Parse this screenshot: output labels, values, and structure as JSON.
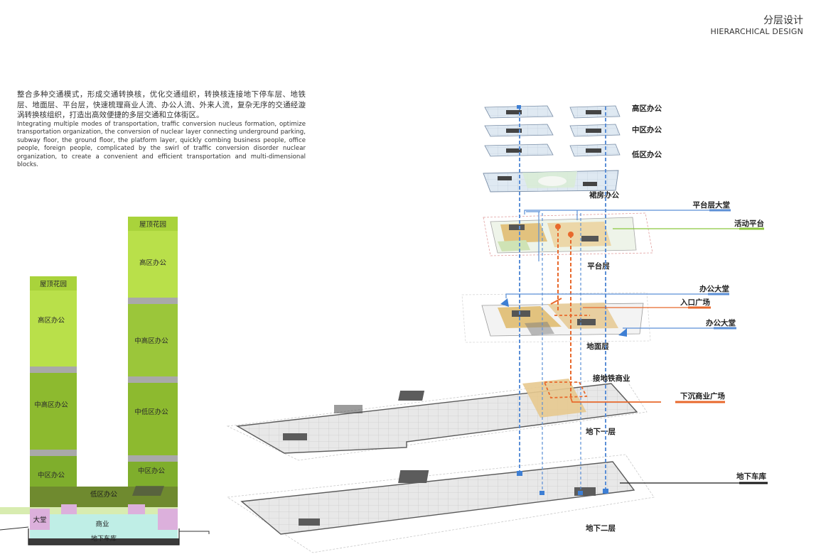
{
  "header": {
    "title_cn": "分层设计",
    "title_en": "HIERARCHICAL DESIGN"
  },
  "description": {
    "cn": "整合多种交通模式，形成交通转换核，优化交通组织，转换核连接地下停车层、地铁层、地面层、平台层，快速梳理商业人流、办公人流、外来人流，复杂无序的交通经漩涡转换核组织，打造出高效便捷的多层交通和立体街区。",
    "en": "Integrating multiple modes of transportation, traffic conversion nucleus formation, optimize transportation organization, the conversion of nuclear layer connecting underground parking, subway floor, the ground floor, the platform layer, quickly combing business people, office people, foreign people, complicated by the swirl of traffic conversion disorder nuclear organization, to create a convenient and efficient transportation and multi-dimensional blocks."
  },
  "section": {
    "left_tower": {
      "roof": "屋顶花园",
      "high": "高区办公",
      "mid_high": "中高区办公",
      "mid": "中区办公"
    },
    "right_tower": {
      "roof": "屋顶花园",
      "high": "高区办公",
      "mid_high": "中高区办公",
      "mid_low": "中低区办公",
      "mid": "中区办公"
    },
    "podium": {
      "low_office": "低区办公",
      "lobby": "大堂",
      "commercial": "商业",
      "garage": "地下车库"
    }
  },
  "axon": {
    "floor_labels": {
      "high_office": "高区办公",
      "mid_office": "中区办公",
      "low_office": "低区办公",
      "podium_office": "裙房办公",
      "platform": "平台层",
      "ground": "地面层",
      "b1": "地下一层",
      "b2": "地下二层"
    },
    "callouts": {
      "platform_lobby": "平台层大堂",
      "activity_platform": "活动平台",
      "office_lobby_1": "办公大堂",
      "entrance_plaza": "入口广场",
      "office_lobby_2": "办公大堂",
      "subway_commercial": "接地铁商业",
      "sunken_plaza": "下沉商业广场",
      "garage": "地下车库"
    }
  },
  "colors": {
    "lime": "#a9d33b",
    "green_mid": "#8dba2f",
    "green_dark": "#6b9a2c",
    "olive": "#6f8a2f",
    "grey_band": "#a9a9a9",
    "pink": "#dcb0dc",
    "cyan": "#bfeee6",
    "blue_line": "#5b8fd6",
    "orange": "#e8692c",
    "green_line": "#8cc63f",
    "black_line": "#1a1a1a"
  }
}
